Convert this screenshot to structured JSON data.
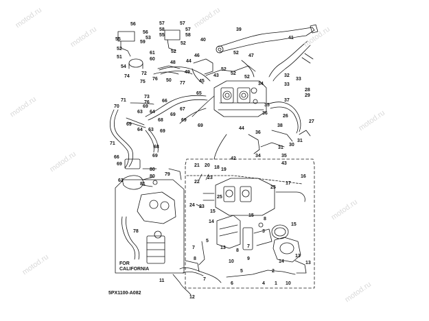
{
  "diagram": {
    "drawing_code": "5PX1100-A082",
    "california_note": [
      "FOR",
      "CALIFORNIA"
    ],
    "watermark": "motod.ru",
    "callouts": {
      "c1": "1",
      "c2": "2",
      "c3": "3",
      "c4": "4",
      "c5": "5",
      "c6": "6",
      "c7": "7",
      "c8": "8",
      "c9": "9",
      "c10": "10",
      "c11": "11",
      "c12": "12",
      "c13": "13",
      "c14": "14",
      "c15": "15",
      "c16": "16",
      "c17": "17",
      "c18": "18",
      "c19": "19",
      "c20": "20",
      "c21": "21",
      "c22": "22",
      "c23": "23",
      "c24": "24",
      "c25": "25",
      "c26": "26",
      "c27": "27",
      "c28": "28",
      "c29": "29",
      "c30": "30",
      "c31": "31",
      "c32": "32",
      "c33": "33",
      "c34": "34",
      "c35": "35",
      "c36": "36",
      "c37": "37",
      "c38": "38",
      "c39": "39",
      "c40": "40",
      "c41": "41",
      "c42": "42",
      "c43": "43",
      "c44": "44",
      "c45": "45",
      "c46": "46",
      "c47": "47",
      "c48": "48",
      "c49": "49",
      "c50": "50",
      "c51": "51",
      "c52": "52",
      "c53": "53",
      "c54": "54",
      "c55": "55",
      "c56": "56",
      "c57": "57",
      "c58": "58",
      "c59": "59",
      "c60": "60",
      "c61": "61",
      "c62": "62",
      "c63": "63",
      "c64": "64",
      "c65": "65",
      "c66": "66",
      "c67": "67",
      "c68": "68",
      "c69": "69",
      "c70": "70",
      "c71": "71",
      "c72": "72",
      "c73": "73",
      "c74": "74",
      "c75": "75",
      "c76": "76",
      "c77": "77",
      "c78": "78",
      "c79": "79",
      "c80": "80",
      "c81": "81"
    }
  }
}
